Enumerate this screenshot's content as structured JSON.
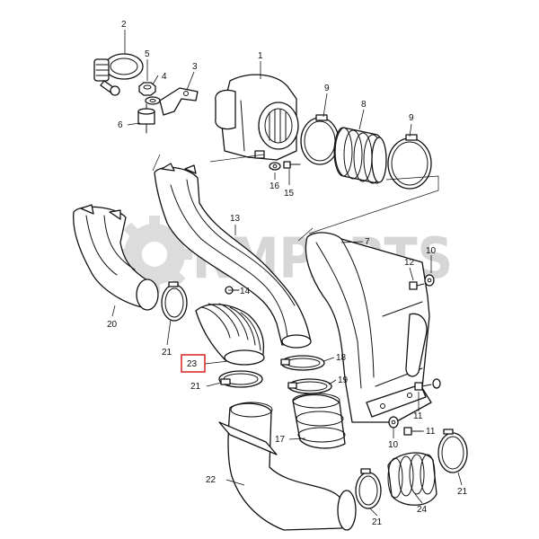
{
  "watermark": {
    "text": "RMPARTS",
    "color": "#d6d6d6"
  },
  "highlight": {
    "part": "23",
    "box_color": "#d9302c"
  },
  "callouts": [
    {
      "id": "c1",
      "label": "1"
    },
    {
      "id": "c2",
      "label": "2"
    },
    {
      "id": "c3",
      "label": "3"
    },
    {
      "id": "c4",
      "label": "4"
    },
    {
      "id": "c5",
      "label": "5"
    },
    {
      "id": "c6",
      "label": "6"
    },
    {
      "id": "c7",
      "label": "7"
    },
    {
      "id": "c8",
      "label": "8"
    },
    {
      "id": "c9a",
      "label": "9"
    },
    {
      "id": "c9b",
      "label": "9"
    },
    {
      "id": "c10a",
      "label": "10"
    },
    {
      "id": "c10b",
      "label": "10"
    },
    {
      "id": "c11a",
      "label": "11"
    },
    {
      "id": "c11b",
      "label": "11"
    },
    {
      "id": "c12",
      "label": "12"
    },
    {
      "id": "c13",
      "label": "13"
    },
    {
      "id": "c14",
      "label": "14"
    },
    {
      "id": "c15",
      "label": "15"
    },
    {
      "id": "c16",
      "label": "16"
    },
    {
      "id": "c17",
      "label": "17"
    },
    {
      "id": "c18",
      "label": "18"
    },
    {
      "id": "c19",
      "label": "19"
    },
    {
      "id": "c20",
      "label": "20"
    },
    {
      "id": "c21a",
      "label": "21"
    },
    {
      "id": "c21b",
      "label": "21"
    },
    {
      "id": "c21c",
      "label": "21"
    },
    {
      "id": "c21d",
      "label": "21"
    },
    {
      "id": "c22",
      "label": "22"
    },
    {
      "id": "c23",
      "label": "23"
    },
    {
      "id": "c24",
      "label": "24"
    }
  ]
}
